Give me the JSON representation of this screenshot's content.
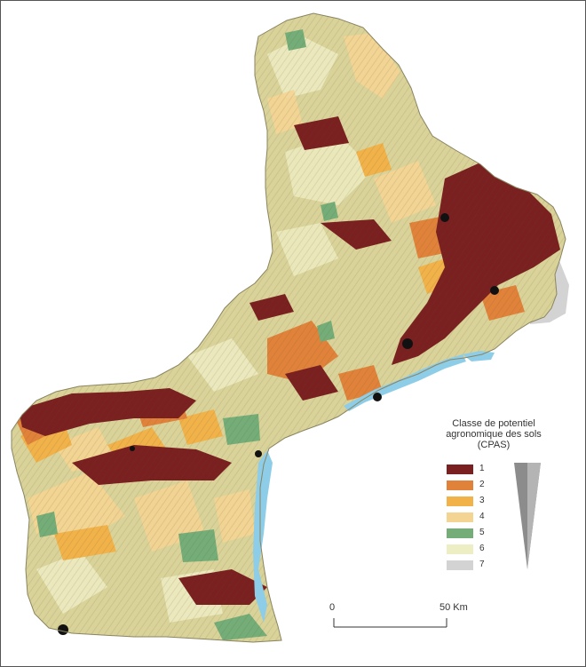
{
  "legend": {
    "title_lines": [
      "Classe de potentiel",
      "agronomique des sols",
      "(CPAS)"
    ],
    "classes": [
      {
        "label": "1",
        "color": "#7a2020"
      },
      {
        "label": "2",
        "color": "#e0823a"
      },
      {
        "label": "3",
        "color": "#f1b24a"
      },
      {
        "label": "4",
        "color": "#f4d493"
      },
      {
        "label": "5",
        "color": "#74ad78"
      },
      {
        "label": "6",
        "color": "#eeeec4"
      },
      {
        "label": "7",
        "color": "#d3d3d3"
      }
    ]
  },
  "scale": {
    "start_label": "0",
    "end_label": "50 Km"
  },
  "colors": {
    "water": "#8ecde8",
    "urban": "#111111",
    "base_land": "#d9d39a",
    "frame": "#555555"
  }
}
